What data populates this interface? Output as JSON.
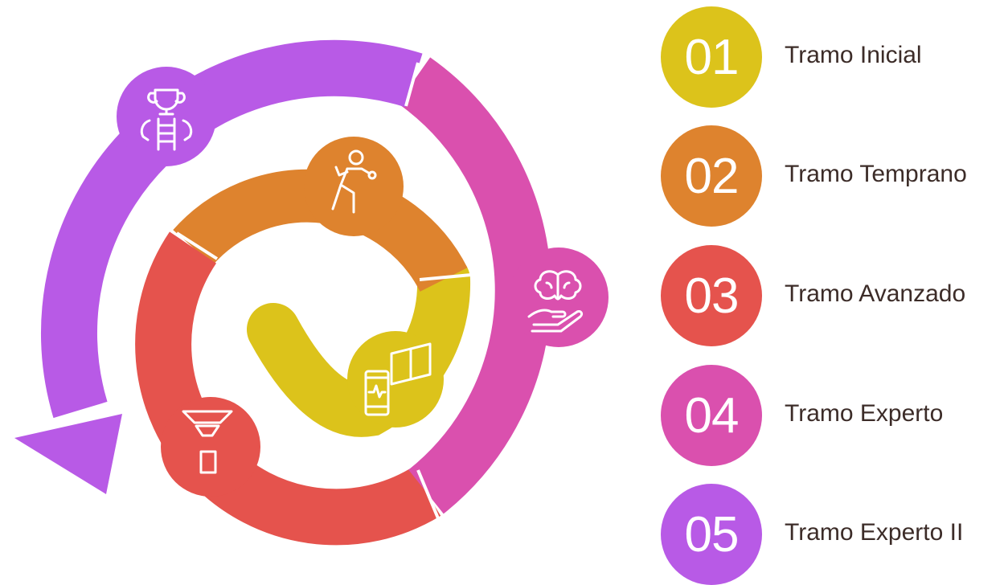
{
  "colors": {
    "yellow": "#DCC31B",
    "orange": "#DE832E",
    "red": "#E5534D",
    "pink": "#DA50AE",
    "purple": "#B85AE6"
  },
  "stages": [
    {
      "number": "01",
      "label": "Tramo Inicial",
      "color": "#DCC31B",
      "icon": "phone-book-icon"
    },
    {
      "number": "02",
      "label": "Tramo Temprano",
      "color": "#DE832E",
      "icon": "boxing-person-icon"
    },
    {
      "number": "03",
      "label": "Tramo Avanzado",
      "color": "#E5534D",
      "icon": "funnel-icon"
    },
    {
      "number": "04",
      "label": "Tramo Experto",
      "color": "#DA50AE",
      "icon": "brain-hand-icon"
    },
    {
      "number": "05",
      "label": "Tramo Experto II",
      "color": "#B85AE6",
      "icon": "trophy-ladder-icon"
    }
  ]
}
